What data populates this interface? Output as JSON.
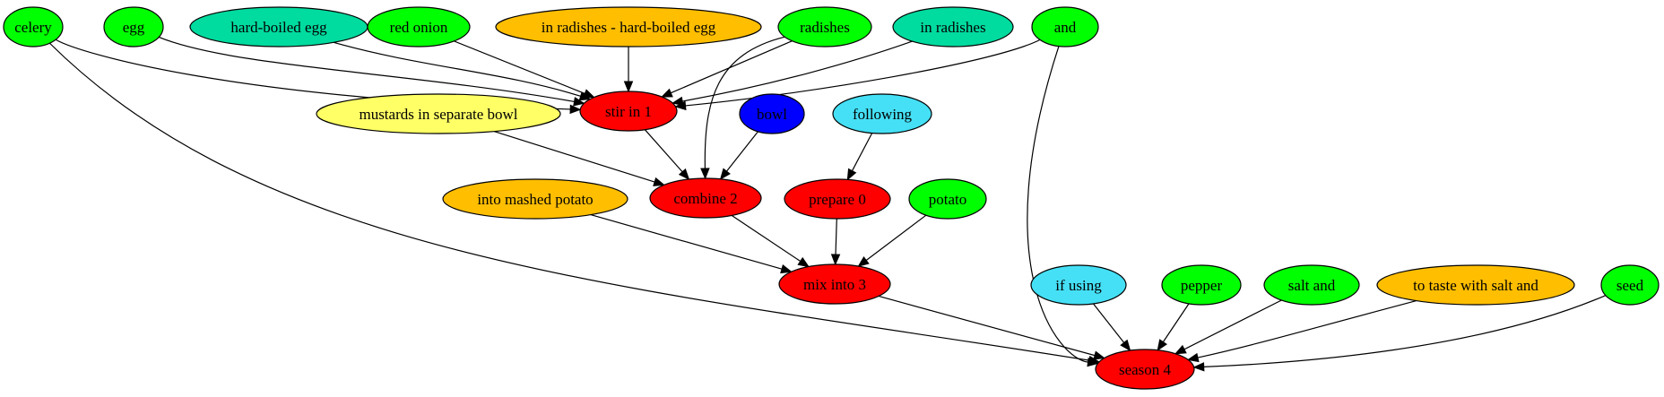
{
  "colors": {
    "ingredient": "#00ff00",
    "action": "#ff0000",
    "tool": "#0000ff",
    "condition": "#45e0f5",
    "ingredient_alt": "#00db9f",
    "modifier": "#ffbe00",
    "note": "#ffff66"
  },
  "nodes": [
    {
      "id": "celery",
      "label": "celery",
      "kind": "ingredient"
    },
    {
      "id": "egg",
      "label": "egg",
      "kind": "ingredient"
    },
    {
      "id": "hard_boiled_egg",
      "label": "hard-boiled egg",
      "kind": "ingredient_alt"
    },
    {
      "id": "red_onion",
      "label": "red onion",
      "kind": "ingredient"
    },
    {
      "id": "in_radishes_hbe",
      "label": "in radishes - hard-boiled egg",
      "kind": "modifier"
    },
    {
      "id": "radishes",
      "label": "radishes",
      "kind": "ingredient"
    },
    {
      "id": "in_radishes",
      "label": "in radishes",
      "kind": "ingredient_alt"
    },
    {
      "id": "and",
      "label": "and",
      "kind": "ingredient"
    },
    {
      "id": "stir_in_1",
      "label": "stir in 1",
      "kind": "action"
    },
    {
      "id": "mustards",
      "label": "mustards in separate bowl",
      "kind": "note"
    },
    {
      "id": "bowl",
      "label": "bowl",
      "kind": "tool"
    },
    {
      "id": "following",
      "label": "following",
      "kind": "condition"
    },
    {
      "id": "combine_2",
      "label": "combine 2",
      "kind": "action"
    },
    {
      "id": "into_mashed_potato",
      "label": "into mashed potato",
      "kind": "modifier"
    },
    {
      "id": "prepare_0",
      "label": "prepare 0",
      "kind": "action"
    },
    {
      "id": "potato",
      "label": "potato",
      "kind": "ingredient"
    },
    {
      "id": "mix_into_3",
      "label": "mix into 3",
      "kind": "action"
    },
    {
      "id": "if_using",
      "label": "if using",
      "kind": "condition"
    },
    {
      "id": "pepper",
      "label": "pepper",
      "kind": "ingredient"
    },
    {
      "id": "salt_and",
      "label": "salt and",
      "kind": "ingredient"
    },
    {
      "id": "to_taste",
      "label": "to taste with salt and",
      "kind": "modifier"
    },
    {
      "id": "seed",
      "label": "seed",
      "kind": "ingredient"
    },
    {
      "id": "season_4",
      "label": "season 4",
      "kind": "action"
    }
  ],
  "edges": [
    {
      "from": "celery",
      "to": "stir_in_1"
    },
    {
      "from": "egg",
      "to": "stir_in_1"
    },
    {
      "from": "hard_boiled_egg",
      "to": "stir_in_1"
    },
    {
      "from": "red_onion",
      "to": "stir_in_1"
    },
    {
      "from": "in_radishes_hbe",
      "to": "stir_in_1"
    },
    {
      "from": "radishes",
      "to": "stir_in_1"
    },
    {
      "from": "in_radishes",
      "to": "stir_in_1"
    },
    {
      "from": "and",
      "to": "stir_in_1"
    },
    {
      "from": "celery",
      "to": "season_4"
    },
    {
      "from": "radishes",
      "to": "combine_2"
    },
    {
      "from": "and",
      "to": "season_4"
    },
    {
      "from": "stir_in_1",
      "to": "combine_2"
    },
    {
      "from": "mustards",
      "to": "combine_2"
    },
    {
      "from": "bowl",
      "to": "combine_2"
    },
    {
      "from": "following",
      "to": "prepare_0"
    },
    {
      "from": "combine_2",
      "to": "mix_into_3"
    },
    {
      "from": "into_mashed_potato",
      "to": "mix_into_3"
    },
    {
      "from": "prepare_0",
      "to": "mix_into_3"
    },
    {
      "from": "potato",
      "to": "mix_into_3"
    },
    {
      "from": "mix_into_3",
      "to": "season_4"
    },
    {
      "from": "if_using",
      "to": "season_4"
    },
    {
      "from": "pepper",
      "to": "season_4"
    },
    {
      "from": "salt_and",
      "to": "season_4"
    },
    {
      "from": "to_taste",
      "to": "season_4"
    },
    {
      "from": "seed",
      "to": "season_4"
    }
  ]
}
